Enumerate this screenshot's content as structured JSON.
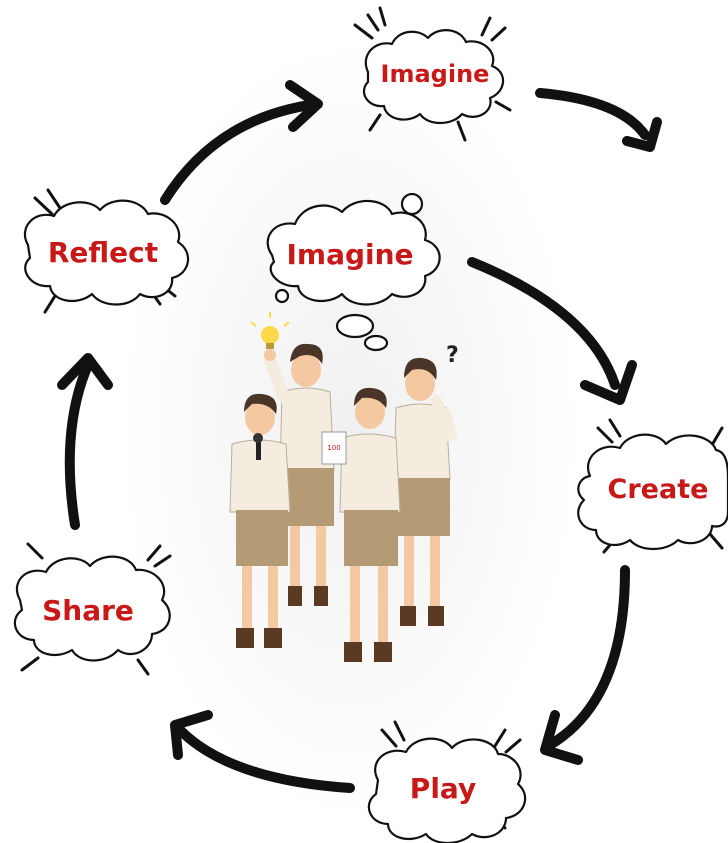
{
  "diagram": {
    "center_label": "Imagine",
    "steps": [
      {
        "id": "imagine",
        "label": "Imagine"
      },
      {
        "id": "create",
        "label": "Create"
      },
      {
        "id": "play",
        "label": "Play"
      },
      {
        "id": "share",
        "label": "Share"
      },
      {
        "id": "reflect",
        "label": "Reflect"
      }
    ],
    "figure": {
      "question_mark": "?",
      "paper_mark": "100"
    }
  },
  "colors": {
    "label": "#c81818",
    "stroke": "#111111",
    "shirt": "#f3ecdf",
    "shorts": "#b59a76",
    "hair": "#4a3628",
    "skin": "#f4c9a2"
  }
}
